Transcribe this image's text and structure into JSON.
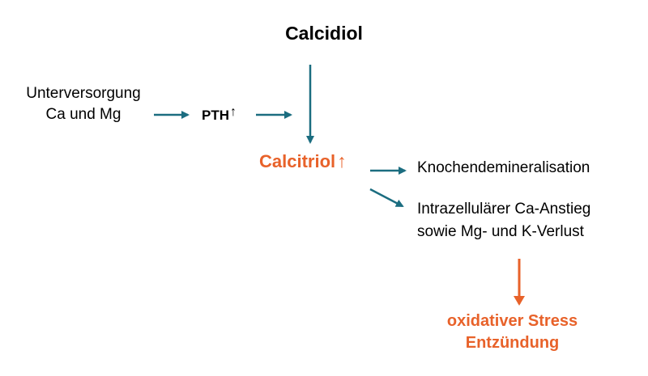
{
  "nodes": {
    "calcidiol": "Calcidiol",
    "unterversorgung_line1": "Unterversorgung",
    "unterversorgung_line2": "Ca und Mg",
    "pth": "PTH",
    "pth_arrow": "↑",
    "calcitriol": "Calcitriol",
    "calcitriol_arrow": "↑",
    "knochen": "Knochendemineralisation",
    "intrazellular_line1": "Intrazellulärer Ca-Anstieg",
    "intrazellular_line2": "sowie Mg- und K-Verlust",
    "oxidativ_line1": "oxidativer Stress",
    "oxidativ_line2": "Entzündung"
  },
  "colors": {
    "arrow_teal": "#1b6d80",
    "accent_orange": "#e8622a",
    "text": "#000000"
  }
}
